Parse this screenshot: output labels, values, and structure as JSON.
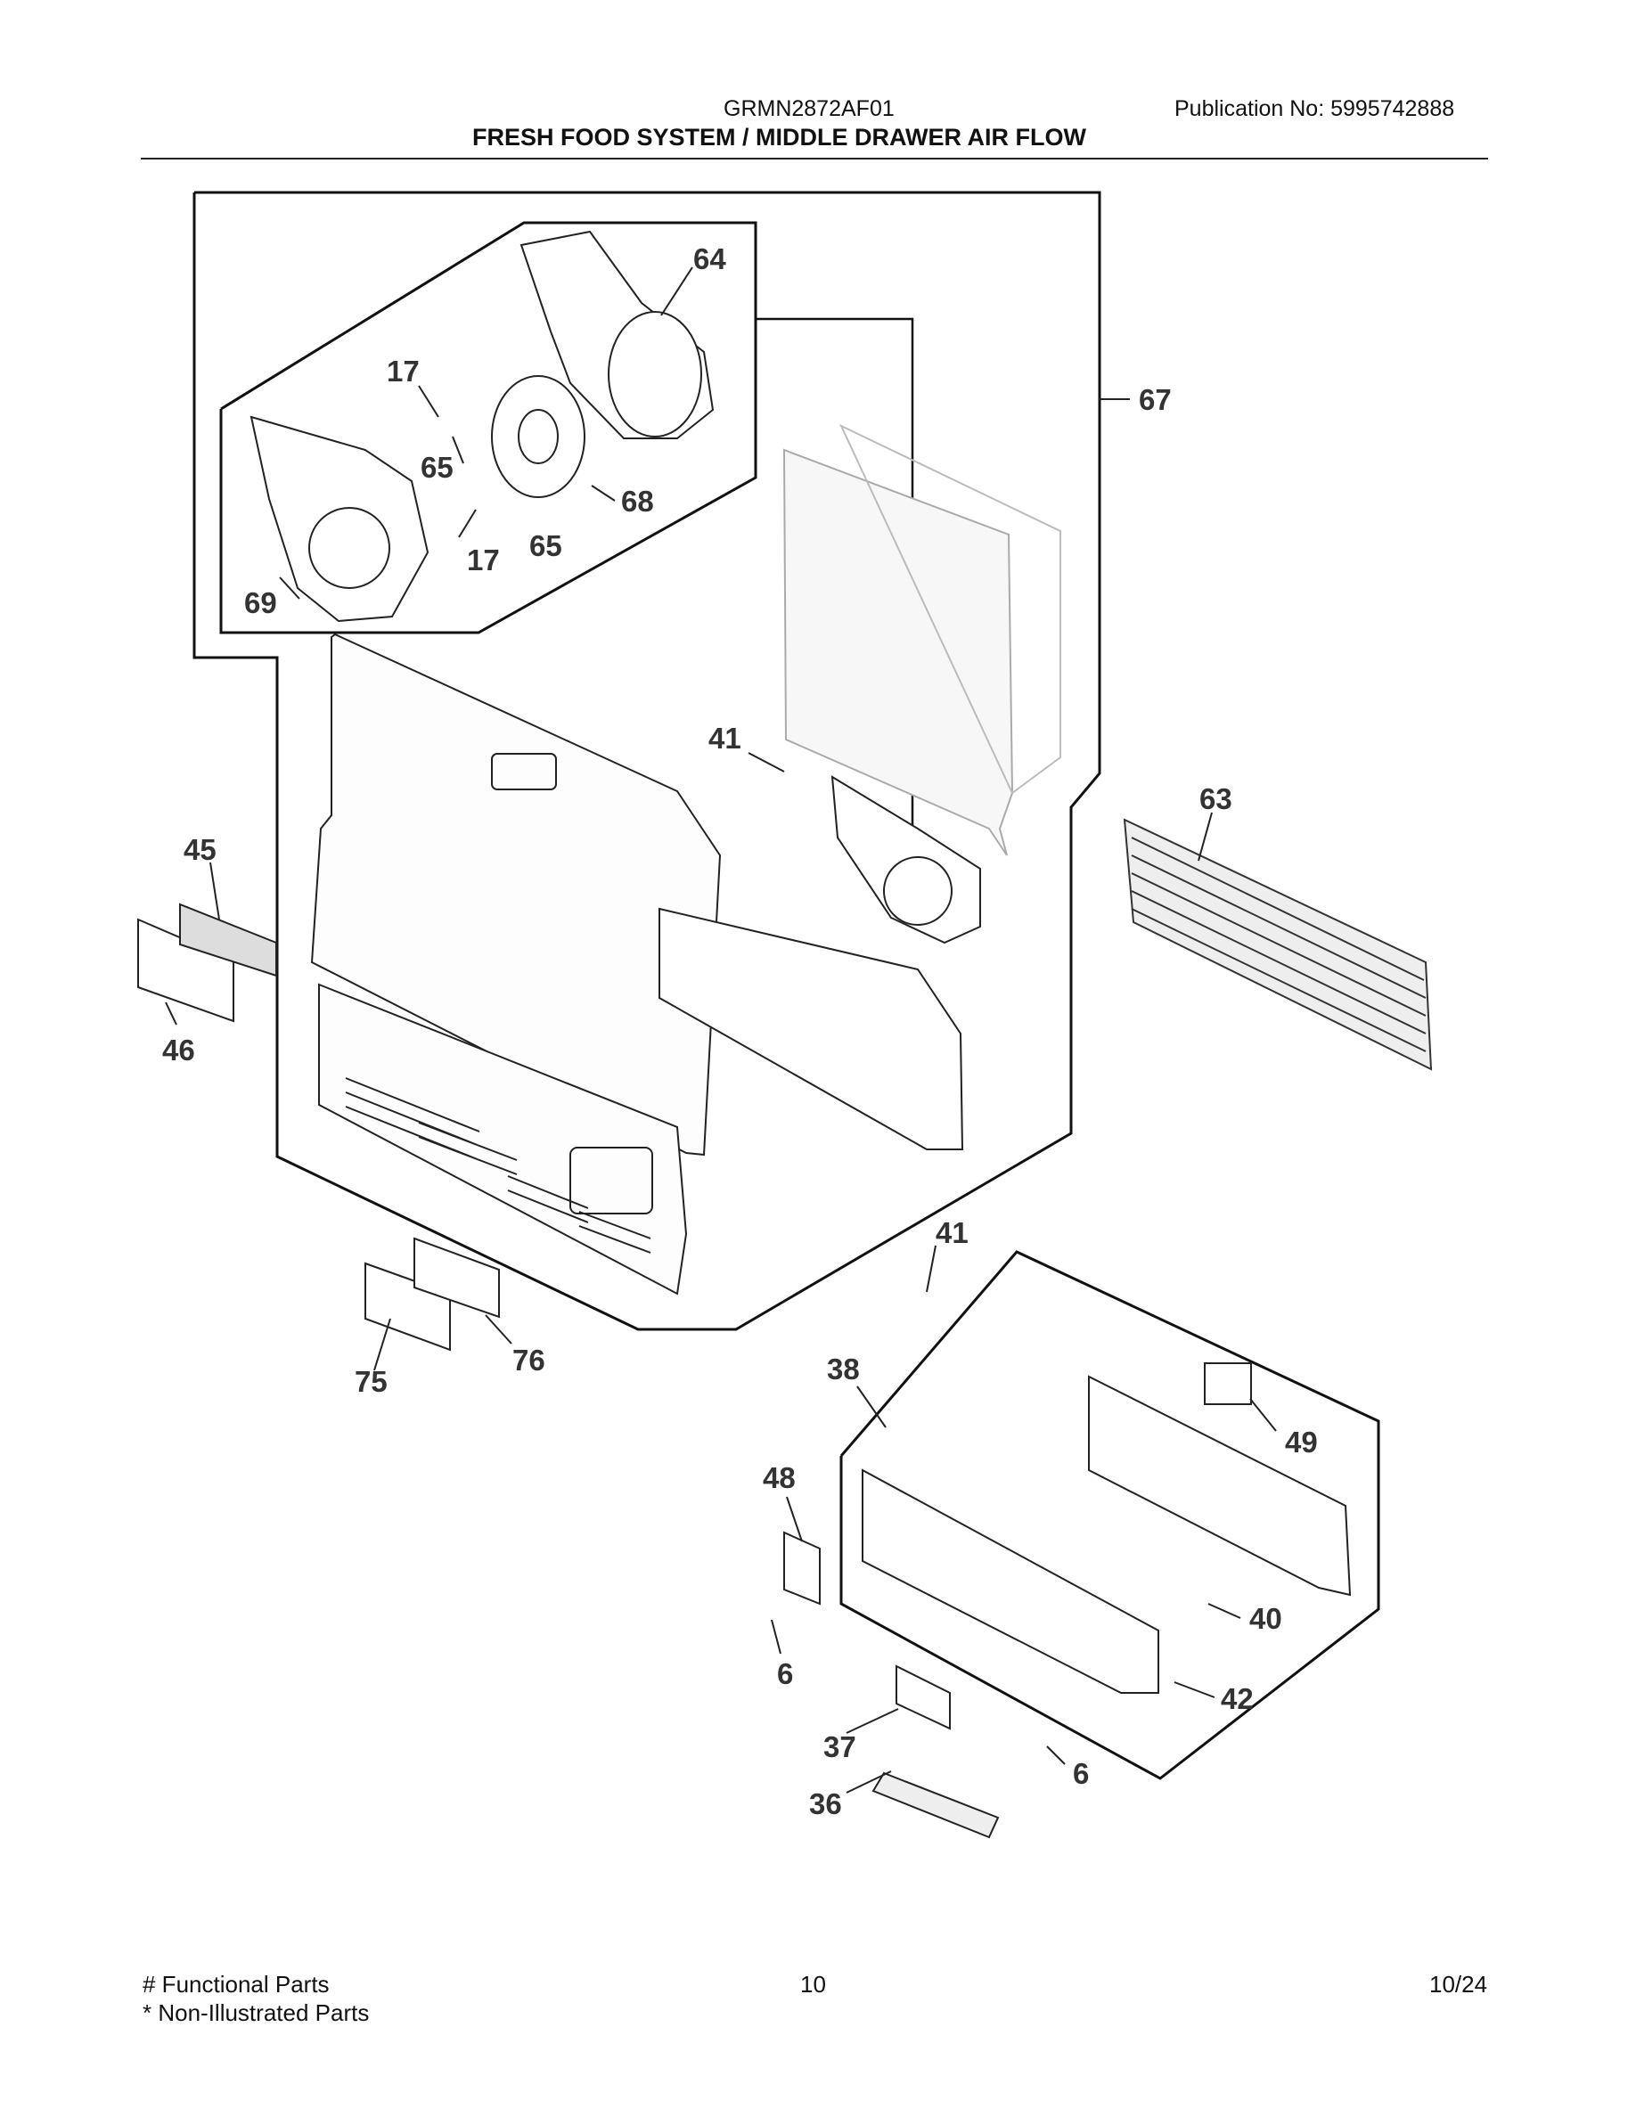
{
  "header": {
    "model": "GRMN2872AF01",
    "publication": "Publication No:  5995742888",
    "title": "FRESH FOOD SYSTEM / MIDDLE DRAWER AIR FLOW"
  },
  "callouts": {
    "p64": "64",
    "p17a": "17",
    "p67": "67",
    "p65a": "65",
    "p68": "68",
    "p17b": "17",
    "p65b": "65",
    "p69": "69",
    "p41a": "41",
    "p63": "63",
    "p45": "45",
    "p46": "46",
    "p41b": "41",
    "p76": "76",
    "p75": "75",
    "p38": "38",
    "p48": "48",
    "p49": "49",
    "p40": "40",
    "p6a": "6",
    "p42": "42",
    "p37": "37",
    "p6b": "6",
    "p36": "36"
  },
  "footer": {
    "functional": "# Functional Parts",
    "non_illustrated": "* Non-Illustrated Parts",
    "page": "10",
    "date": "10/24"
  }
}
